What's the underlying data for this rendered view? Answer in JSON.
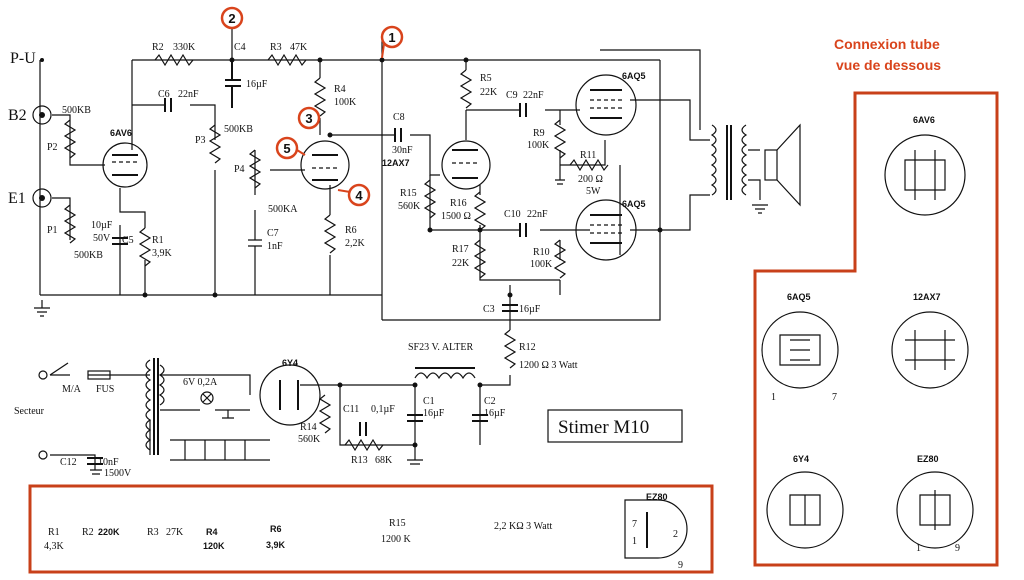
{
  "title": "Stimer M10",
  "panel": {
    "line1": "Connexion tube",
    "line2": "vue de dessous"
  },
  "markers": [
    "1",
    "2",
    "3",
    "4",
    "5"
  ],
  "labels": {
    "pu": "P-U",
    "b2": "B2",
    "e1": "E1",
    "p2": "P2",
    "p2v": "500KB",
    "p1": "P1",
    "p1v": "500KB",
    "c5": "C5",
    "c5v1": "10µF",
    "c5v2": "50V",
    "r1": "R1",
    "r1v": "3,9K",
    "v1": "6AV6",
    "r2": "R2",
    "r2v": "330K",
    "c6": "C6",
    "c6v": "22nF",
    "c4": "C4",
    "c4v": "16µF",
    "r3": "R3",
    "r3v": "47K",
    "p3": "P3",
    "p3v": "500KB",
    "p4": "P4",
    "p4v": "500KA",
    "c7": "C7",
    "c7v": "1nF",
    "r4": "R4",
    "r4v": "100K",
    "r6": "R6",
    "r6v": "2,2K",
    "c8": "C8",
    "c8v": "30nF",
    "v2": "12AX7",
    "r15": "R15",
    "r15v": "560K",
    "r16": "R16",
    "r16v": "1500 Ω",
    "r17": "R17",
    "r17v": "22K",
    "r5": "R5",
    "r5v": "22K",
    "c9": "C9",
    "c9v": "22nF",
    "r9": "R9",
    "r9v": "100K",
    "r11": "R11",
    "r11v1": "200 Ω",
    "r11v2": "5W",
    "c10": "C10",
    "c10v": "22nF",
    "r10": "R10",
    "r10v": "100K",
    "v3": "6AQ5",
    "v4": "6AQ5",
    "c3": "C3",
    "c3v": "16µF",
    "r12": "R12",
    "r12v": "1200 Ω  3 Watt",
    "choke": "SF23 V. ALTER",
    "c1": "C1",
    "c1v": "16µF",
    "c2": "C2",
    "c2v": "16µF",
    "c11": "C11",
    "c11v": "0,1µF",
    "r13": "R13",
    "r13v": "68K",
    "r14": "R14",
    "r14v": "560K",
    "v5": "6Y4",
    "heater": "6V 0,2A",
    "ma": "M/A",
    "fus": "FUS",
    "secteur": "Secteur",
    "c12": "C12",
    "c12v1": "10nF",
    "c12v2": "1500V"
  },
  "bottom_list": [
    {
      "ref": "R1",
      "val": "4,3K"
    },
    {
      "ref": "R2",
      "val": "220K"
    },
    {
      "ref": "R3",
      "val": "27K"
    },
    {
      "ref": "R4",
      "val": "120K"
    },
    {
      "ref": "R6",
      "val": "3,9K"
    },
    {
      "ref": "R15",
      "val": "1200 K"
    },
    {
      "ref": "",
      "val": "2,2 KΩ  3 Watt"
    }
  ],
  "bottom_tube": {
    "name": "EZ80",
    "pins": [
      "7",
      "1",
      "2",
      "9"
    ]
  },
  "tube_pinouts": [
    {
      "name": "6AV6",
      "pins": []
    },
    {
      "name": "6AQ5",
      "pins": [
        "1",
        "7"
      ]
    },
    {
      "name": "12AX7",
      "pins": []
    },
    {
      "name": "6Y4",
      "pins": []
    },
    {
      "name": "EZ80",
      "pins": [
        "1",
        "9"
      ]
    }
  ],
  "colors": {
    "accent": "#d9441c",
    "box": "#c8401a",
    "ink": "#111111"
  }
}
